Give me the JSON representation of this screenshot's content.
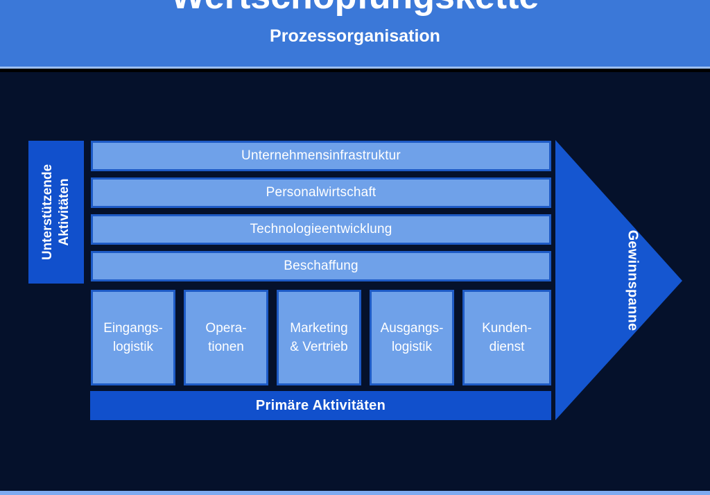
{
  "header": {
    "title": "Wertschöpfungskette",
    "subtitle": "Prozessorganisation",
    "bg_color": "#3b78d8",
    "text_color": "#ffffff"
  },
  "diagram": {
    "type": "value-chain",
    "background_color": "#05112b",
    "support_label": {
      "line1": "Unterstützende",
      "line2": "Aktivitäten",
      "bg_color": "#1150cc",
      "text_color": "#ffffff"
    },
    "support_activities": [
      {
        "label": "Unternehmensinfrastruktur"
      },
      {
        "label": "Personalwirtschaft"
      },
      {
        "label": "Technologieentwicklung"
      },
      {
        "label": "Beschaffung"
      }
    ],
    "support_bar_style": {
      "fill_color": "#6fa1e9",
      "border_color": "#1e5bc6",
      "text_color": "#ffffff"
    },
    "primary_activities": [
      {
        "line1": "Eingangs-",
        "line2": "logistik"
      },
      {
        "line1": "Opera-",
        "line2": "tionen"
      },
      {
        "line1": "Marketing",
        "line2": "& Vertrieb"
      },
      {
        "line1": "Ausgangs-",
        "line2": "logistik"
      },
      {
        "line1": "Kunden-",
        "line2": "dienst"
      }
    ],
    "primary_box_style": {
      "fill_color": "#6fa1e9",
      "border_color": "#1e5bc6",
      "text_color": "#ffffff"
    },
    "primary_bar": {
      "label": "Primäre Aktivitäten",
      "bg_color": "#1150cc",
      "text_color": "#ffffff"
    },
    "margin_arrow": {
      "label": "Gewinnspanne",
      "fill_color": "#1556d0",
      "text_color": "#ffffff",
      "direction": "right"
    },
    "bottom_strip_color": "#7eaaf0"
  }
}
